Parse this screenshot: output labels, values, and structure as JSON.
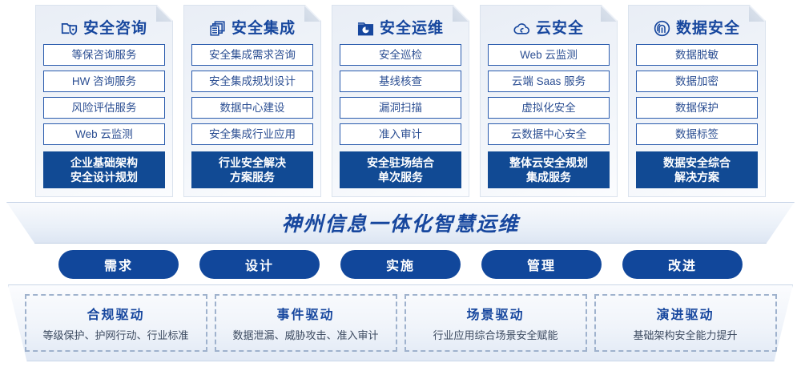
{
  "columns": [
    {
      "icon": "folder-shield-icon",
      "title": "安全咨询",
      "items": [
        "等保咨询服务",
        "HW 咨询服务",
        "风险评估服务",
        "Web 云监测"
      ],
      "highlight": [
        "企业基础架构",
        "安全设计规划"
      ]
    },
    {
      "icon": "stacked-documents-icon",
      "title": "安全集成",
      "items": [
        "安全集成需求咨询",
        "安全集成规划设计",
        "数据中心建设",
        "安全集成行业应用"
      ],
      "highlight": [
        "行业安全解决",
        "方案服务"
      ]
    },
    {
      "icon": "folder-chart-icon",
      "title": "安全运维",
      "items": [
        "安全巡检",
        "基线核查",
        "漏洞扫描",
        "准入审计"
      ],
      "highlight": [
        "安全驻场结合",
        "单次服务"
      ]
    },
    {
      "icon": "cloud-icon",
      "title": "云安全",
      "items": [
        "Web 云监测",
        "云端 Saas 服务",
        "虚拟化安全",
        "云数据中心安全"
      ],
      "highlight": [
        "整体云安全规划",
        "集成服务"
      ]
    },
    {
      "icon": "fingerprint-icon",
      "title": "数据安全",
      "items": [
        "数据脱敏",
        "数据加密",
        "数据保护",
        "数据标签"
      ],
      "highlight": [
        "数据安全综合",
        "解决方案"
      ]
    }
  ],
  "banner": {
    "text": "神州信息一体化智慧运维"
  },
  "phases": [
    {
      "label": "需求"
    },
    {
      "label": "设计"
    },
    {
      "label": "实施"
    },
    {
      "label": "管理"
    },
    {
      "label": "改进"
    }
  ],
  "drivers": [
    {
      "title": "合规驱动",
      "desc": "等级保护、护网行动、行业标准"
    },
    {
      "title": "事件驱动",
      "desc": "数据泄漏、威胁攻击、准入审计"
    },
    {
      "title": "场景驱动",
      "desc": "行业应用综合场景安全赋能"
    },
    {
      "title": "演进驱动",
      "desc": "基础架构安全能力提升"
    }
  ],
  "colors": {
    "brand_blue": "#17479e",
    "solid_blue": "#114a94",
    "pill_blue": "#11479b",
    "item_border": "#2a5bad",
    "dashed_border": "#9fb2cd"
  }
}
